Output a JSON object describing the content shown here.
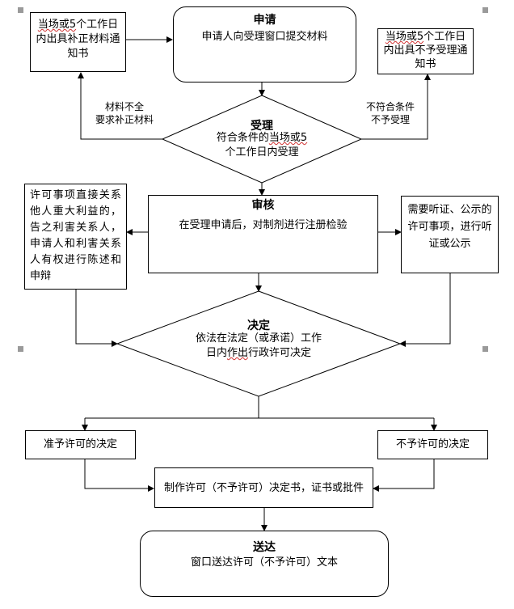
{
  "nodes": {
    "apply": {
      "title": "申请",
      "text": "申请人向受理窗口提交材料"
    },
    "notice_supplement": {
      "text_underlined": "当场或5",
      "text_rest": "个工作日内出具补正材料通知书"
    },
    "notice_reject": {
      "text_underlined": "当场或5",
      "text_rest": "个工作日内出具不予受理通知书"
    },
    "accept": {
      "title": "受理",
      "line1_prefix": "符合条件的",
      "line1_underlined": "当场或5",
      "line2": "个工作日内受理"
    },
    "review": {
      "title": "审核",
      "text": "在受理申请后，对制剂进行注册检验"
    },
    "statement": {
      "text": "许可事项直接关系他人重大利益的，告之利害关系人，申请人和利害关系人有权进行陈述和申辩"
    },
    "hearing": {
      "text": "需要听证、公示的许可事项，进行听证或公示"
    },
    "decision": {
      "title": "决定",
      "line1": "依法在法定（或承诺）工作",
      "line2_prefix": "日内",
      "line2_underlined": "作出",
      "line2_suffix": "行政许可决定"
    },
    "grant": {
      "text": "准予许可的决定"
    },
    "deny": {
      "text": "不予许可的决定"
    },
    "certificate": {
      "text": "制作许可（不予许可）决定书，证书或批件"
    },
    "deliver": {
      "title": "送达",
      "text": "窗口送达许可（不予许可）文本"
    }
  },
  "edge_labels": {
    "incomplete": [
      "材料不全",
      "要求补正材料"
    ],
    "not_eligible": [
      "不符合条件",
      "不予受理"
    ]
  }
}
